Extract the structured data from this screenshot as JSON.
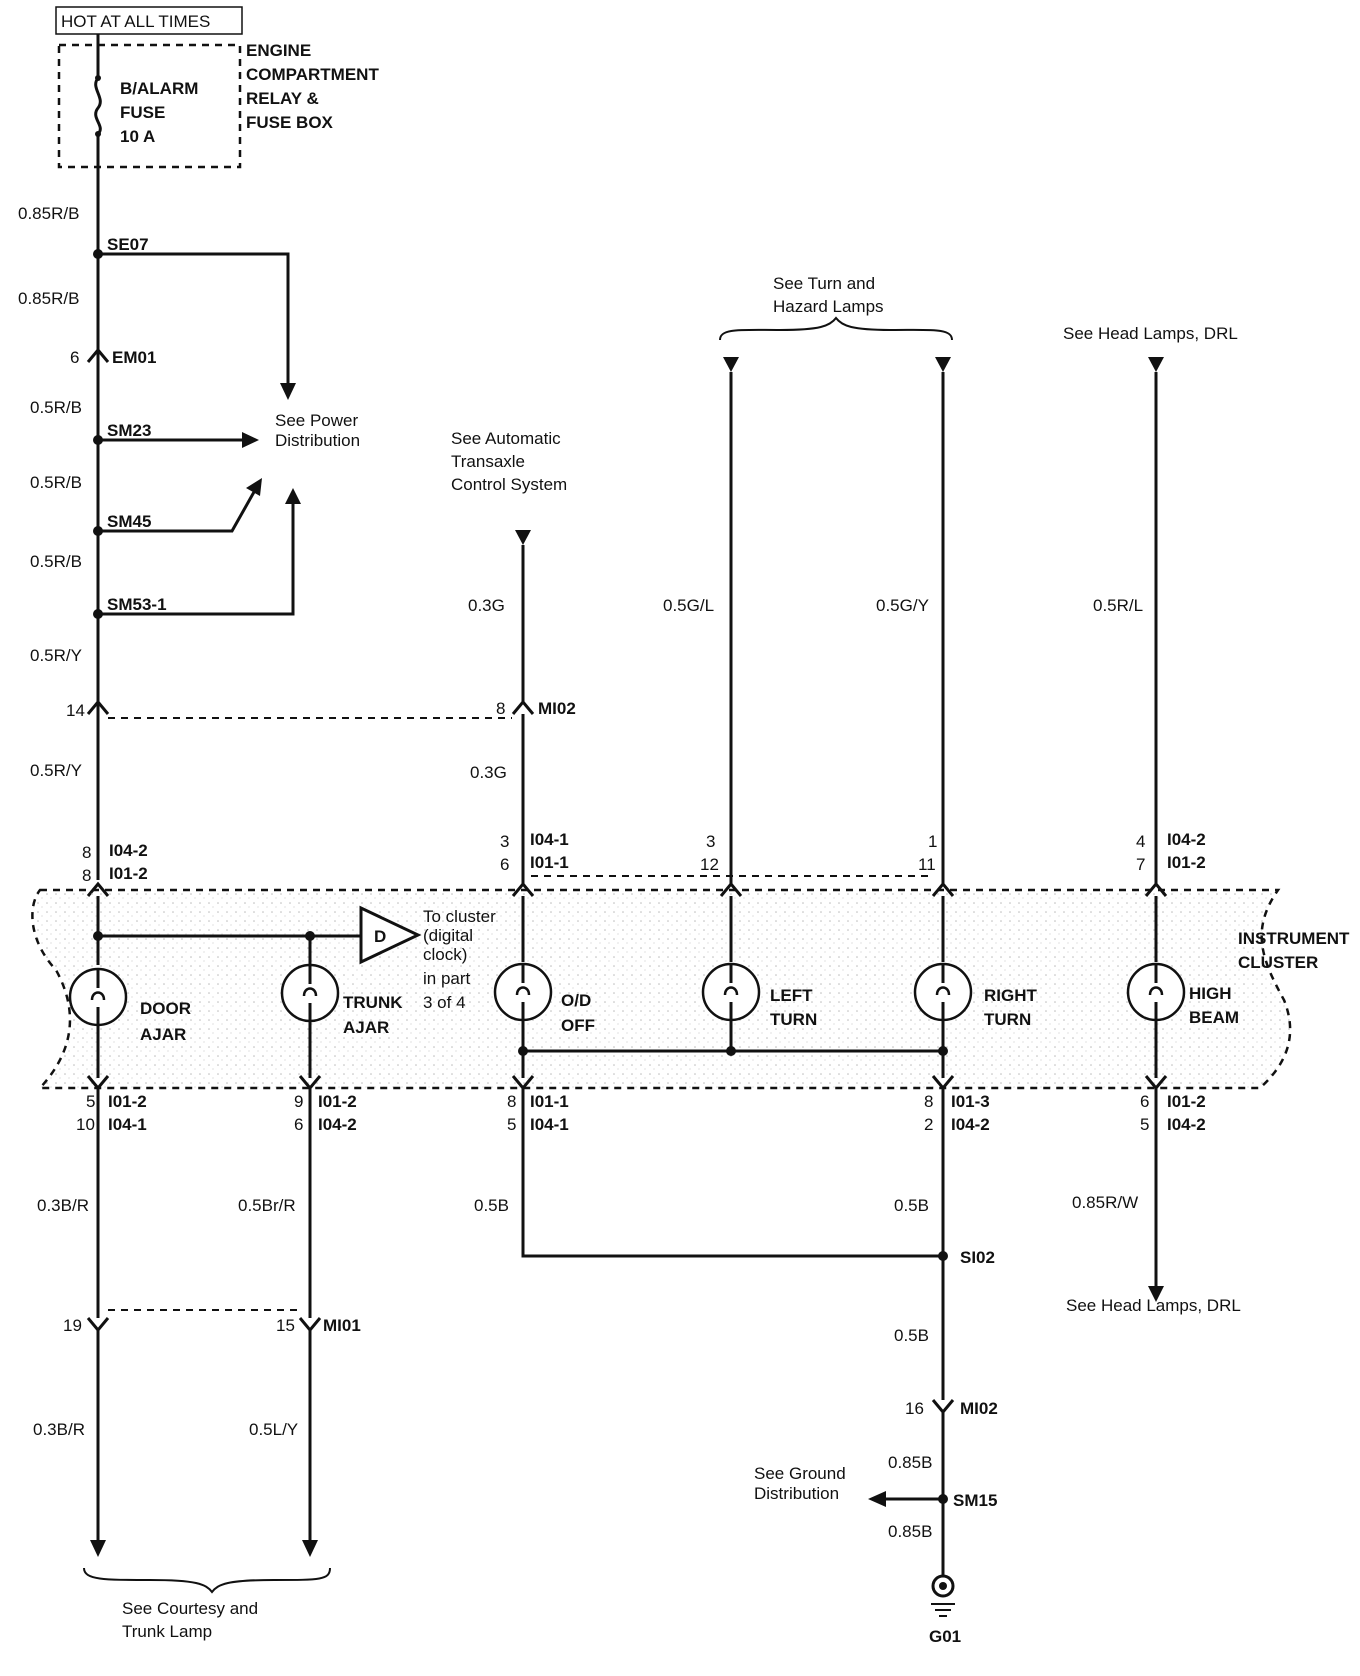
{
  "header": {
    "hot": "HOT AT ALL TIMES"
  },
  "fuse_box": {
    "label": [
      "ENGINE",
      "COMPARTMENT",
      "RELAY &",
      "FUSE BOX"
    ],
    "fuse": [
      "B/ALARM",
      "FUSE",
      "10 A"
    ]
  },
  "wires": {
    "w1": "0.85R/B",
    "w2": "0.85R/B",
    "w3": "0.5R/B",
    "w4": "0.5R/B",
    "w5": "0.5R/B",
    "w6": "0.5R/Y",
    "w7": "0.5R/Y",
    "od_top": "0.3G",
    "od_mid": "0.3G",
    "left": "0.5G/L",
    "right": "0.5G/Y",
    "high": "0.5R/L",
    "door_lo": "0.3B/R",
    "door_lo2": "0.3B/R",
    "trunk_lo": "0.5Br/R",
    "trunk_lo2": "0.5L/Y",
    "od_gnd": "0.5B",
    "right_gnd": "0.5B",
    "gnd2": "0.5B",
    "gnd3": "0.85B",
    "gnd4": "0.85B",
    "high_lo": "0.85R/W"
  },
  "splices": {
    "se07": "SE07",
    "sm23": "SM23",
    "sm45": "SM45",
    "sm53": "SM53-1",
    "si02": "SI02",
    "sm15": "SM15"
  },
  "connectors": {
    "em01": {
      "pin": "6",
      "name": "EM01"
    },
    "mi02_top": {
      "pin_left": "14",
      "pin": "8",
      "name": "MI02"
    },
    "door_top": {
      "pins": [
        "8",
        "8"
      ],
      "names": [
        "I04-2",
        "I01-2"
      ]
    },
    "od_top": {
      "pins": [
        "3",
        "6"
      ],
      "names": [
        "I04-1",
        "I01-1"
      ]
    },
    "left_top": {
      "pins": [
        "3",
        "12"
      ]
    },
    "right_top": {
      "pins": [
        "1",
        "11"
      ]
    },
    "high_top": {
      "pins": [
        "4",
        "7"
      ],
      "names": [
        "I04-2",
        "I01-2"
      ]
    },
    "door_bot": {
      "pins": [
        "5",
        "10"
      ],
      "names": [
        "I01-2",
        "I04-1"
      ]
    },
    "trunk_bot": {
      "pins": [
        "9",
        "6"
      ],
      "names": [
        "I01-2",
        "I04-2"
      ]
    },
    "od_bot": {
      "pins": [
        "8",
        "5"
      ],
      "names": [
        "I01-1",
        "I04-1"
      ]
    },
    "right_bot": {
      "pins": [
        "8",
        "2"
      ],
      "names": [
        "I01-3",
        "I04-2"
      ]
    },
    "high_bot": {
      "pins": [
        "6",
        "5"
      ],
      "names": [
        "I01-2",
        "I04-2"
      ]
    },
    "mi01": {
      "pin_left": "19",
      "pin": "15",
      "name": "MI01"
    },
    "mi02_bot": {
      "pin": "16",
      "name": "MI02"
    }
  },
  "lamps": {
    "door": [
      "DOOR",
      "AJAR"
    ],
    "trunk": [
      "TRUNK",
      "AJAR"
    ],
    "od": [
      "O/D",
      "OFF"
    ],
    "left": [
      "LEFT",
      "TURN"
    ],
    "right": [
      "RIGHT",
      "TURN"
    ],
    "high": [
      "HIGH",
      "BEAM"
    ]
  },
  "cluster": {
    "label": [
      "INSTRUMENT",
      "CLUSTER"
    ]
  },
  "clock": {
    "letter": "D",
    "text": [
      "To cluster",
      "(digital",
      "clock)",
      "in part",
      "3 of 4"
    ]
  },
  "refs": {
    "power": [
      "See Power",
      "Distribution"
    ],
    "ats": [
      "See Automatic",
      "Transaxle",
      "Control System"
    ],
    "turn": [
      "See Turn  and",
      "Hazard Lamps"
    ],
    "head_top": "See Head Lamps, DRL",
    "head_bot": "See Head Lamps, DRL",
    "courtesy": [
      "See Courtesy and",
      "Trunk Lamp"
    ],
    "ground": [
      "See Ground",
      "Distribution"
    ]
  },
  "ground": {
    "name": "G01"
  }
}
